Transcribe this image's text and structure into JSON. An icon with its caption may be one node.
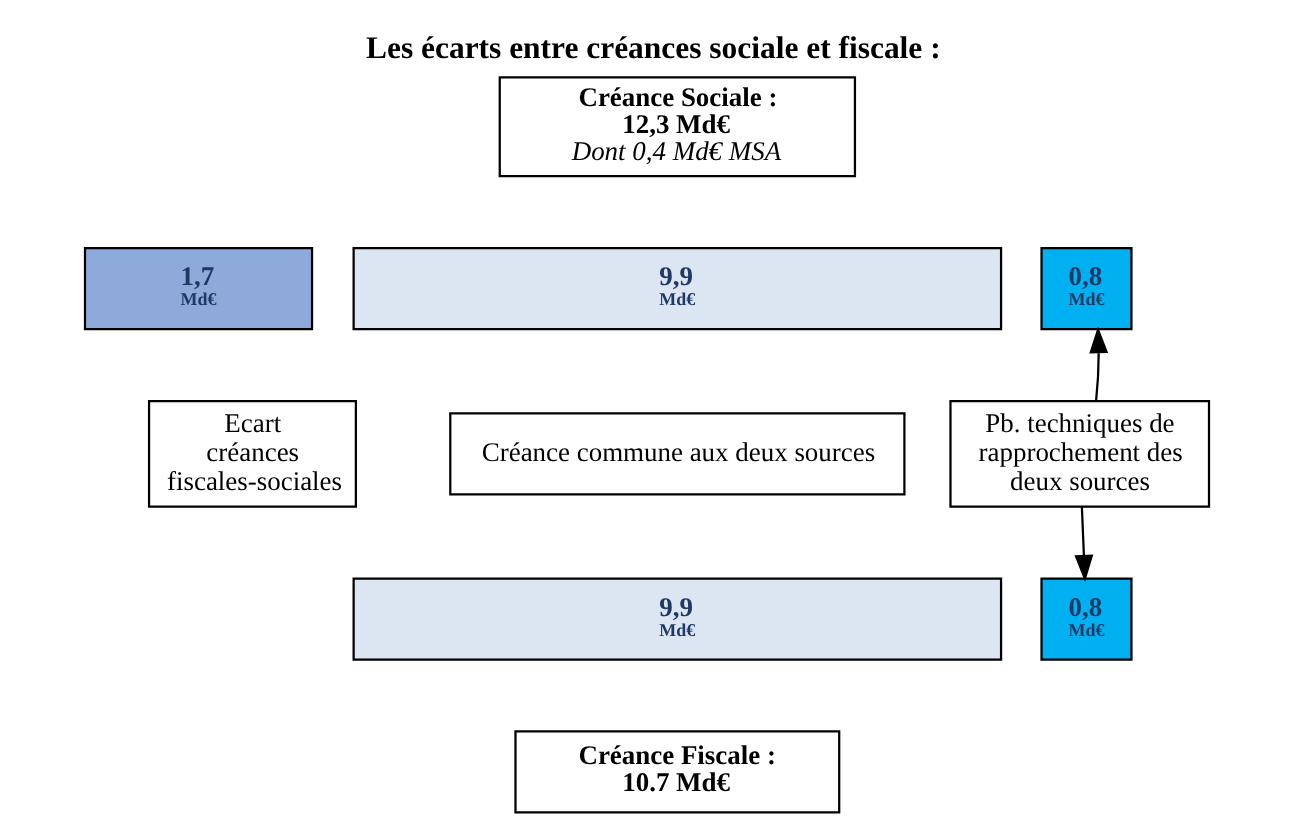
{
  "diagram": {
    "title": "Les écarts entre créances sociale et fiscale :",
    "nodes": [
      {
        "text": [
          "Créance Sociale : 12,3 Md€",
          "Dont 0,4 Md€ MSA"
        ]
      },
      {
        "text": [
          "1,7",
          "Md€"
        ]
      },
      {
        "text": [
          "9,9",
          "Md€"
        ]
      },
      {
        "text": [
          "0,8",
          "Md€"
        ]
      },
      {
        "text": [
          "Ecart créances fiscales-sociales"
        ]
      },
      {
        "text": [
          "Créance commune aux deux sources"
        ]
      },
      {
        "text": [
          "Pb. techniques de rapprochement des deux sources"
        ]
      },
      {
        "text": [
          "9,9",
          "Md€"
        ]
      },
      {
        "text": [
          "0,8",
          "Md€"
        ]
      },
      {
        "text": [
          "Créance Fiscale : 10.7 Md€"
        ]
      }
    ],
    "edges": [
      {
        "from": 6,
        "to": 3,
        "arrow": "to"
      },
      {
        "from": 6,
        "to": 8,
        "arrow": "to"
      }
    ]
  }
}
